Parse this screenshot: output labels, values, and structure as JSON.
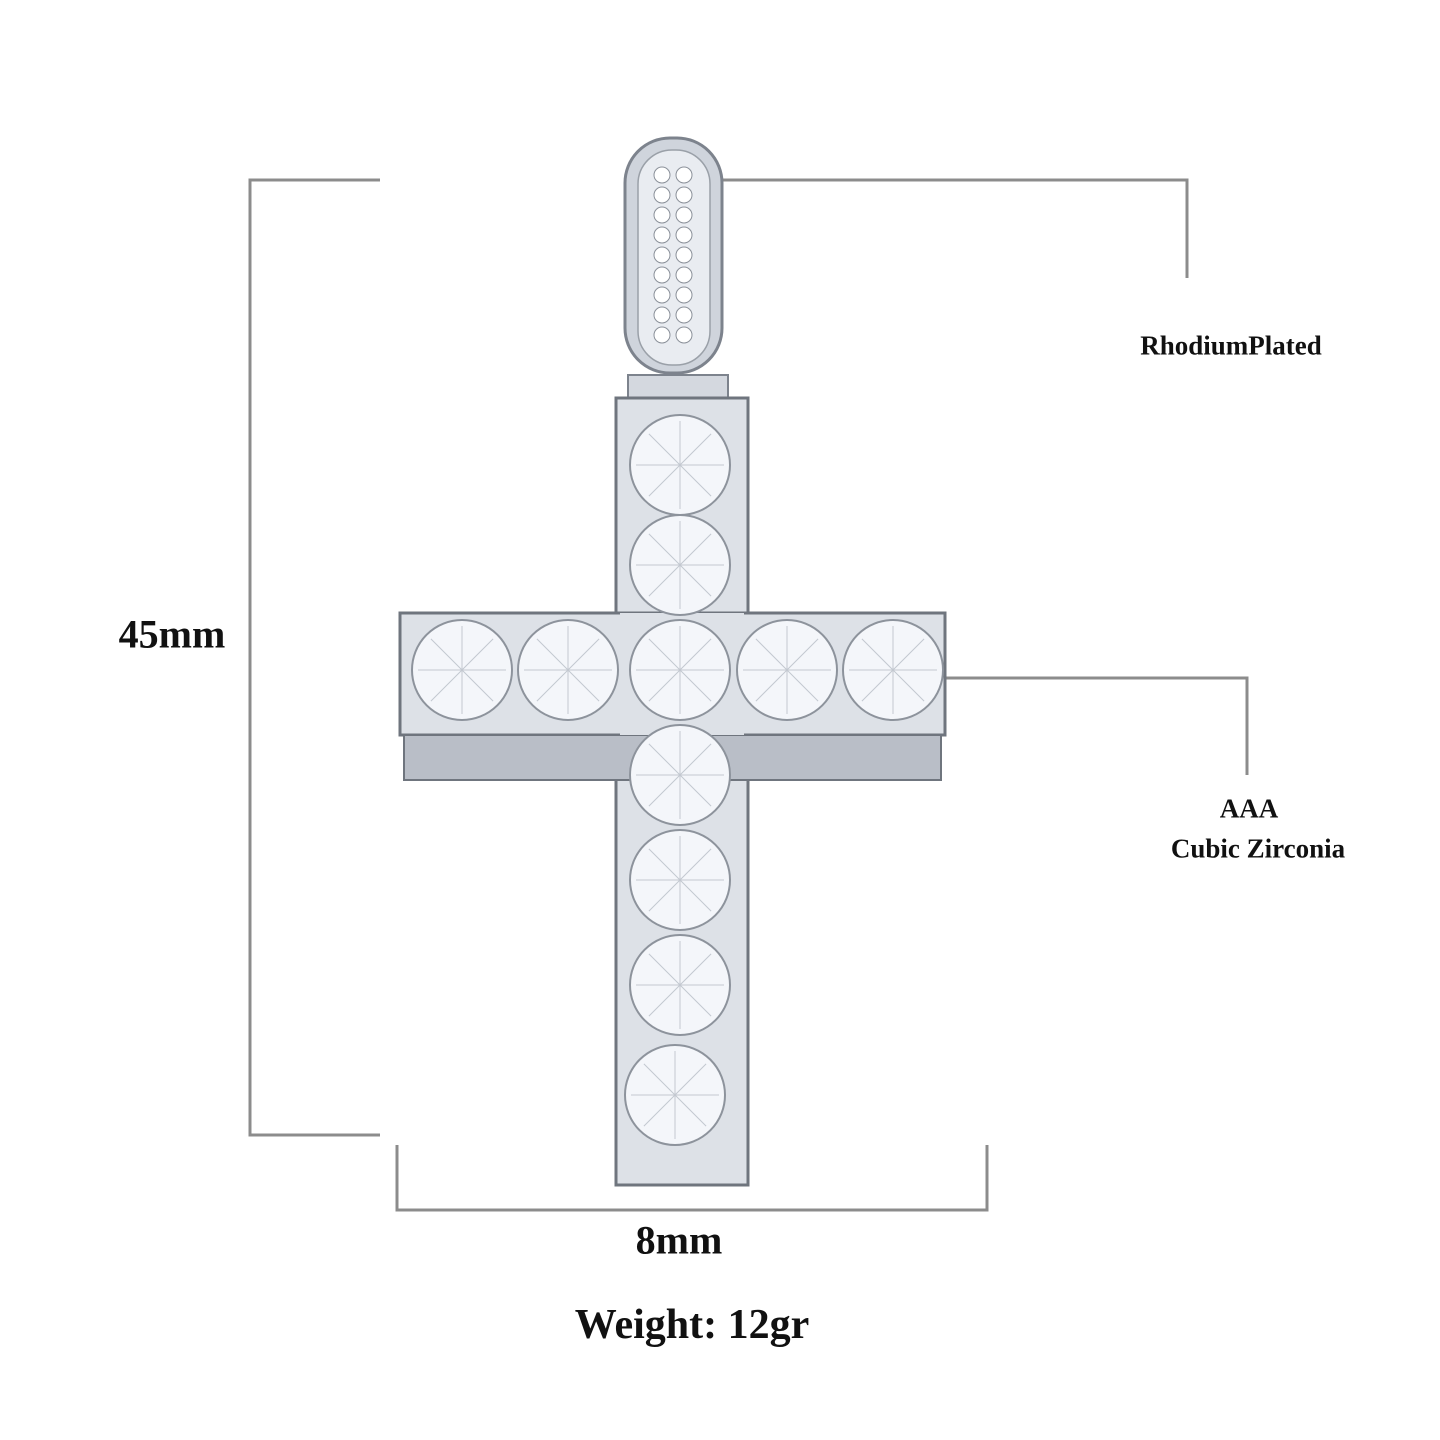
{
  "labels": {
    "height": "45mm",
    "width": "8mm",
    "weight": "Weight: 12gr",
    "plating": "RhodiumPlated",
    "stone_grade": "AAA",
    "stone_type": "Cubic Zirconia"
  },
  "colors": {
    "dimension_line": "#8c8c8c",
    "metal": "#dfe3ea",
    "stone": "#f4f6fa"
  },
  "product": {
    "image": "cross-pendant-icon"
  }
}
